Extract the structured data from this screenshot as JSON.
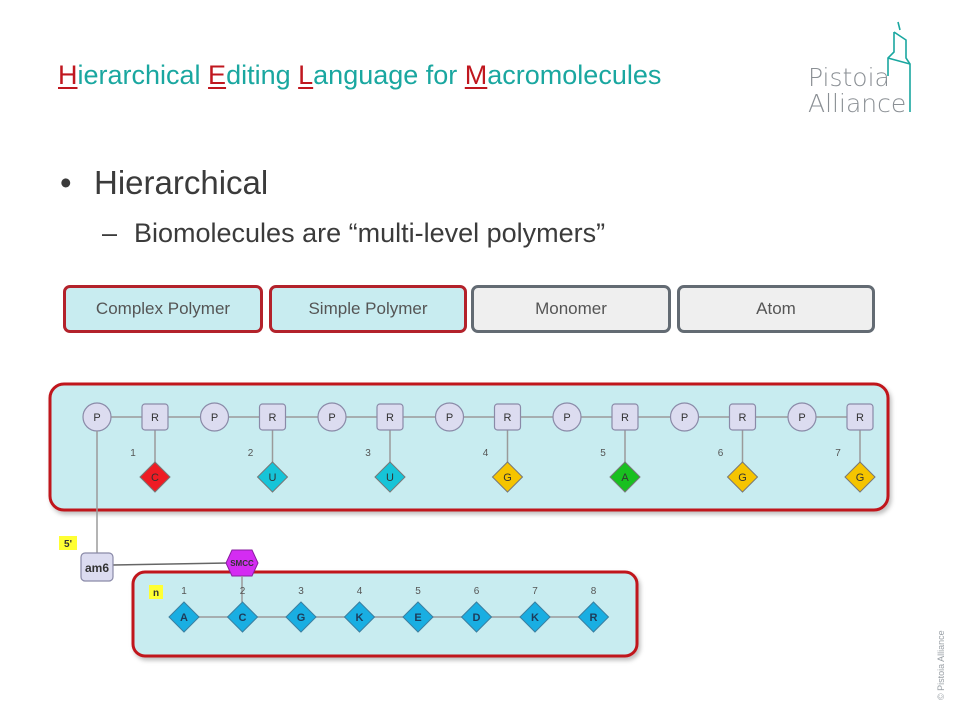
{
  "title": [
    {
      "text": "H",
      "hl": true
    },
    {
      "text": "ierarchical ",
      "hl": false
    },
    {
      "text": "E",
      "hl": true
    },
    {
      "text": "diting ",
      "hl": false
    },
    {
      "text": "L",
      "hl": true
    },
    {
      "text": "anguage for ",
      "hl": false
    },
    {
      "text": "M",
      "hl": true
    },
    {
      "text": "acromolecules",
      "hl": false
    }
  ],
  "logo": {
    "line1": "Pistoia",
    "line2": "Alliance"
  },
  "bullets": {
    "level1": {
      "marker": "•",
      "text": "Hierarchical"
    },
    "level2": {
      "marker": "–",
      "text": "Biomolecules are “multi-level polymers”"
    }
  },
  "levels": [
    {
      "label": "Complex Polymer",
      "active": true
    },
    {
      "label": "Simple Polymer",
      "active": true
    },
    {
      "label": "Monomer",
      "active": false
    },
    {
      "label": "Atom",
      "active": false
    }
  ],
  "rna_chain": {
    "units": [
      {
        "number": "1",
        "phosphate": "P",
        "sugar": "R",
        "base": "C",
        "color": "#ee1c24"
      },
      {
        "number": "2",
        "phosphate": "P",
        "sugar": "R",
        "base": "U",
        "color": "#16c4d8"
      },
      {
        "number": "3",
        "phosphate": "P",
        "sugar": "R",
        "base": "U",
        "color": "#16c4d8"
      },
      {
        "number": "4",
        "phosphate": "P",
        "sugar": "R",
        "base": "G",
        "color": "#f5c400"
      },
      {
        "number": "5",
        "phosphate": "P",
        "sugar": "R",
        "base": "A",
        "color": "#19c020"
      },
      {
        "number": "6",
        "phosphate": "P",
        "sugar": "R",
        "base": "G",
        "color": "#f5c400"
      },
      {
        "number": "7",
        "phosphate": "P",
        "sugar": "R",
        "base": "G",
        "color": "#f5c400"
      }
    ]
  },
  "linker": {
    "end_label": "5'",
    "monomer": "am6",
    "connector": "SMCC"
  },
  "peptide": {
    "label": "n",
    "residues": [
      {
        "number": "1",
        "letter": "A"
      },
      {
        "number": "2",
        "letter": "C"
      },
      {
        "number": "3",
        "letter": "G"
      },
      {
        "number": "4",
        "letter": "K"
      },
      {
        "number": "5",
        "letter": "E"
      },
      {
        "number": "6",
        "letter": "D"
      },
      {
        "number": "7",
        "letter": "K"
      },
      {
        "number": "8",
        "letter": "R"
      }
    ],
    "color": "#19aee2"
  },
  "colors": {
    "title": "#1aa7a0",
    "highlight": "#c0171f",
    "frame": "#c0171f",
    "fill": "#c8ecf0"
  },
  "copyright": "© Pistoia Alliance"
}
